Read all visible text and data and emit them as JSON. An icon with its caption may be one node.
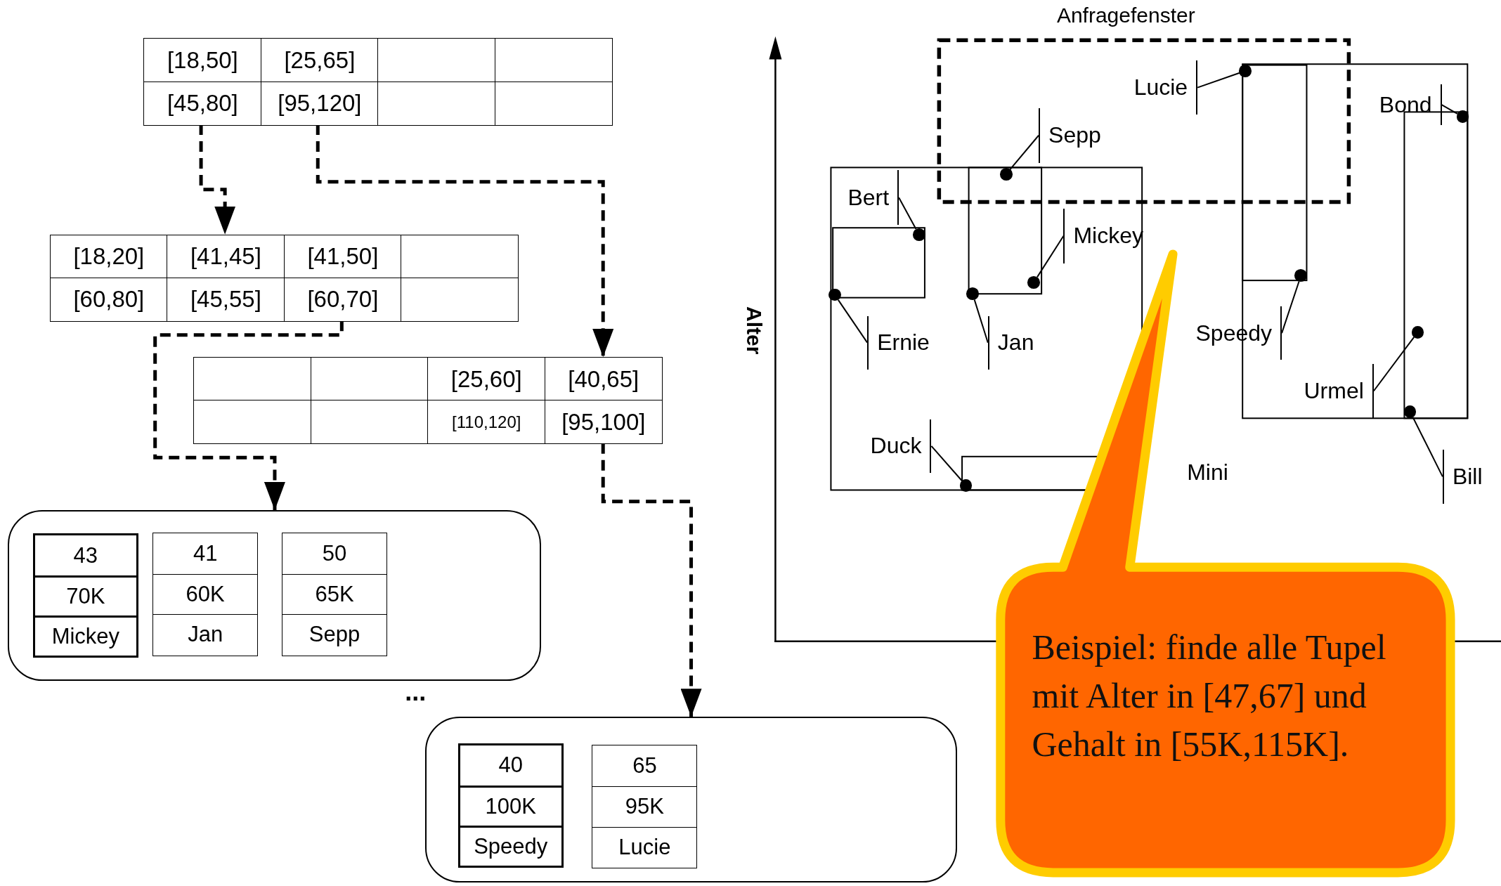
{
  "diagram": {
    "nodes": [
      {
        "text": [
          "[18,50]",
          "[25,65]",
          "[45,80]",
          "[95,120]"
        ]
      },
      {
        "text": [
          "[18,20]",
          "[41,45]",
          "[41,50]",
          "[60,80]",
          "[45,55]",
          "[60,70]"
        ]
      },
      {
        "text": [
          "[25,60]",
          "[40,65]",
          "[110,120]",
          "[95,100]"
        ]
      },
      {
        "text": [],
        "shape": "box"
      },
      {
        "text": [
          "43",
          "70K",
          "Mickey"
        ],
        "in": 3
      },
      {
        "text": [
          "41",
          "60K",
          "Jan"
        ],
        "in": 3
      },
      {
        "text": [
          "50",
          "65K",
          "Sepp"
        ],
        "in": 3
      },
      {
        "text": [],
        "shape": "box"
      },
      {
        "text": [
          "40",
          "100K",
          "Speedy"
        ],
        "in": 7
      },
      {
        "text": [
          "65",
          "95K",
          "Lucie"
        ],
        "in": 7
      },
      {
        "text": [
          "Lucie"
        ]
      },
      {
        "text": [],
        "shape": "circle"
      },
      {
        "text": [
          "Sepp"
        ]
      },
      {
        "text": [],
        "shape": "circle"
      },
      {
        "text": [
          "Bert"
        ]
      },
      {
        "text": [],
        "shape": "circle"
      },
      {
        "text": [
          "Mickey"
        ]
      },
      {
        "text": [],
        "shape": "circle"
      },
      {
        "text": [
          "Ernie"
        ]
      },
      {
        "text": [],
        "shape": "circle"
      },
      {
        "text": [
          "Jan"
        ]
      },
      {
        "text": [],
        "shape": "circle"
      },
      {
        "text": [
          "Speedy"
        ]
      },
      {
        "text": [],
        "shape": "circle"
      },
      {
        "text": [
          "Urmel"
        ]
      },
      {
        "text": [],
        "shape": "circle"
      },
      {
        "text": [
          "Bond"
        ]
      },
      {
        "text": [],
        "shape": "circle"
      },
      {
        "text": [
          "Duck"
        ]
      },
      {
        "text": [],
        "shape": "circle"
      },
      {
        "text": [
          "Bill"
        ]
      },
      {
        "text": [],
        "shape": "circle"
      },
      {
        "text": [
          "Beispiel: finde alle Tupel mit Alter in [47,67] und Gehalt in [55K,115K]."
        ]
      }
    ],
    "edges": [
      {
        "from": 0,
        "to": 1,
        "arrow": "to",
        "style": "dashed"
      },
      {
        "from": 0,
        "to": 2,
        "arrow": "to",
        "style": "dashed"
      },
      {
        "from": 1,
        "to": 3,
        "arrow": "to",
        "style": "dashed"
      },
      {
        "from": 2,
        "to": 7,
        "arrow": "to",
        "style": "dashed"
      },
      {
        "from": 10,
        "to": 11,
        "arrow": "none"
      },
      {
        "from": 12,
        "to": 13,
        "arrow": "none"
      },
      {
        "from": 14,
        "to": 15,
        "arrow": "none"
      },
      {
        "from": 16,
        "to": 17,
        "arrow": "none"
      },
      {
        "from": 18,
        "to": 19,
        "arrow": "none"
      },
      {
        "from": 20,
        "to": 21,
        "arrow": "none"
      },
      {
        "from": 22,
        "to": 23,
        "arrow": "none"
      },
      {
        "from": 24,
        "to": 25,
        "arrow": "none"
      },
      {
        "from": 26,
        "to": 27,
        "arrow": "none"
      },
      {
        "from": 28,
        "to": 29,
        "arrow": "none"
      },
      {
        "from": 30,
        "to": 31,
        "arrow": "none"
      }
    ],
    "labels": [
      "Anfragefenster",
      "Alter",
      "Mini",
      "..."
    ]
  }
}
